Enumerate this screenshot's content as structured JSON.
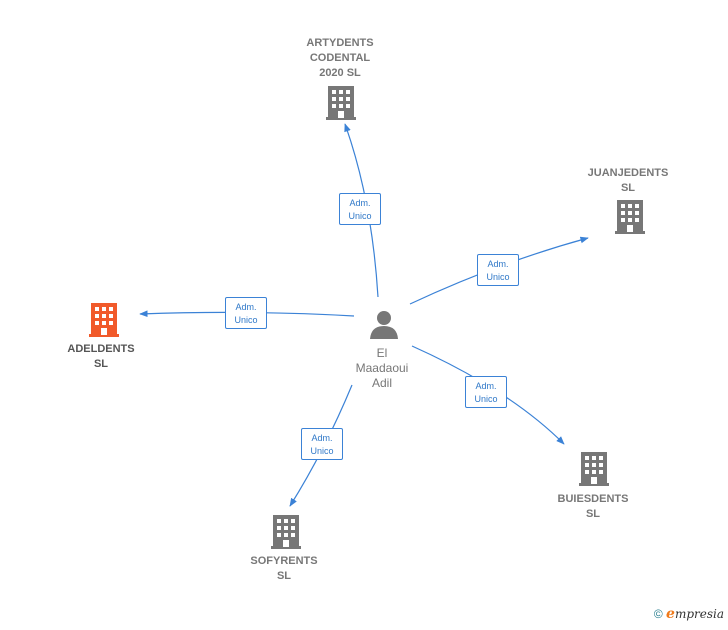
{
  "center": {
    "name": "El\nMaadaoui\nAdil",
    "icon": "person-icon"
  },
  "companies": [
    {
      "id": "artydents",
      "name": "ARTYDENTS\nCODENTAL\n2020  SL",
      "icon": "building-icon"
    },
    {
      "id": "juanjedents",
      "name": "JUANJEDENTS\nSL",
      "icon": "building-icon"
    },
    {
      "id": "adeldents",
      "name": "ADELDENTS\nSL",
      "icon": "building-icon",
      "highlight": "#f15a2b"
    },
    {
      "id": "buiesdents",
      "name": "BUIESDENTS\nSL",
      "icon": "building-icon"
    },
    {
      "id": "sofyrents",
      "name": "SOFYRENTS\nSL",
      "icon": "building-icon"
    }
  ],
  "edges": [
    {
      "target": "artydents",
      "line1": "Adm.",
      "line2": "Unico"
    },
    {
      "target": "juanjedents",
      "line1": "Adm.",
      "line2": "Unico"
    },
    {
      "target": "adeldents",
      "line1": "Adm.",
      "line2": "Unico"
    },
    {
      "target": "buiesdents",
      "line1": "Adm.",
      "line2": "Unico"
    },
    {
      "target": "sofyrents",
      "line1": "Adm.",
      "line2": "Unico"
    }
  ],
  "colors": {
    "edge": "#3b82d6",
    "node": "#777777",
    "highlight": "#f15a2b"
  },
  "footer": {
    "copyright": "©",
    "brand_initial": "e",
    "brand_rest": "mpresia"
  }
}
